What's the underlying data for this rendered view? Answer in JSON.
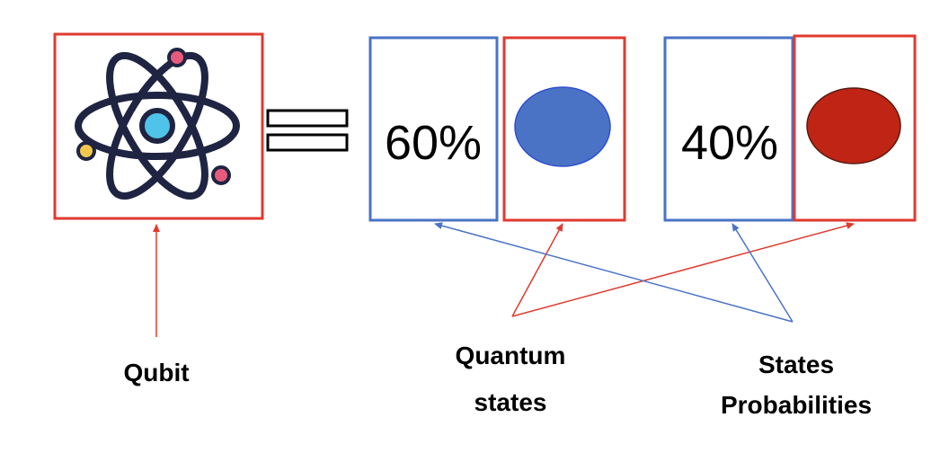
{
  "colors": {
    "red": "#e03a2f",
    "blue": "#4a73c6",
    "blue_fill": "#4a73c6",
    "red_fill": "#bf2415",
    "atom_dark": "#1f2442",
    "atom_nucleus": "#4fc3ea",
    "atom_pink": "#e65b7c",
    "atom_yellow": "#f2c94c"
  },
  "boxes": {
    "state_one_probability": "60%",
    "state_two_probability": "40%"
  },
  "icons": {
    "qubit": "atom-icon",
    "equals": "equals-sign-icon",
    "state_one": "blue-circle-icon",
    "state_two": "red-circle-icon"
  },
  "labels": {
    "qubit": "Qubit",
    "quantum_states_line1": "Quantum",
    "quantum_states_line2": "states",
    "probabilities_line1": "States",
    "probabilities_line2": "Probabilities"
  }
}
